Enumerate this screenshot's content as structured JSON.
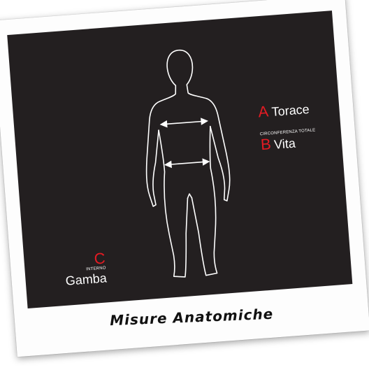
{
  "measures": [
    {
      "letter": "A",
      "note": "",
      "name": "Torace"
    },
    {
      "letter": "B",
      "note": "CIRCONFERENZA TOTALE",
      "name": "Vita"
    },
    {
      "letter": "C",
      "note": "INTERNO",
      "name": "Gamba"
    }
  ],
  "caption": "Misure Anatomiche",
  "colors": {
    "accent": "#e31b23",
    "background": "#231f20",
    "line": "#ffffff"
  }
}
